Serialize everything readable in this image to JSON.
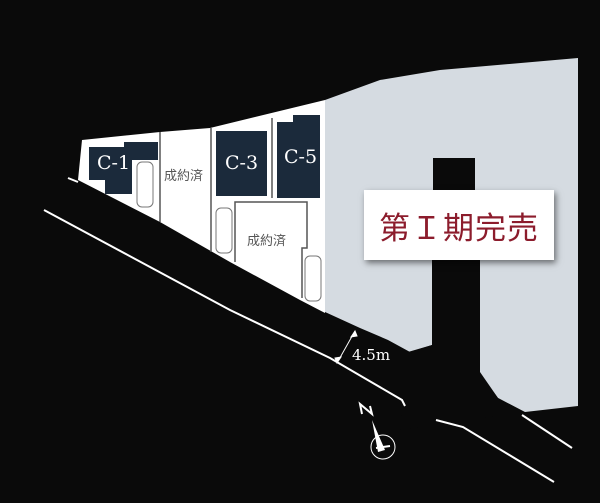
{
  "lots": [
    {
      "label": "C-1"
    },
    {
      "label": "C-3"
    },
    {
      "label": "C-5"
    }
  ],
  "sold_labels": [
    "成約済",
    "成約済"
  ],
  "banner": {
    "text": "第Ｉ期完売"
  },
  "road_width": "4.5m",
  "north_label": "N",
  "colors": {
    "background": "#0a0a0a",
    "lot": "#ffffff",
    "neighbor": "#d5dbe1",
    "building": "#1b2a3b",
    "banner_text": "#8c1c2c"
  }
}
